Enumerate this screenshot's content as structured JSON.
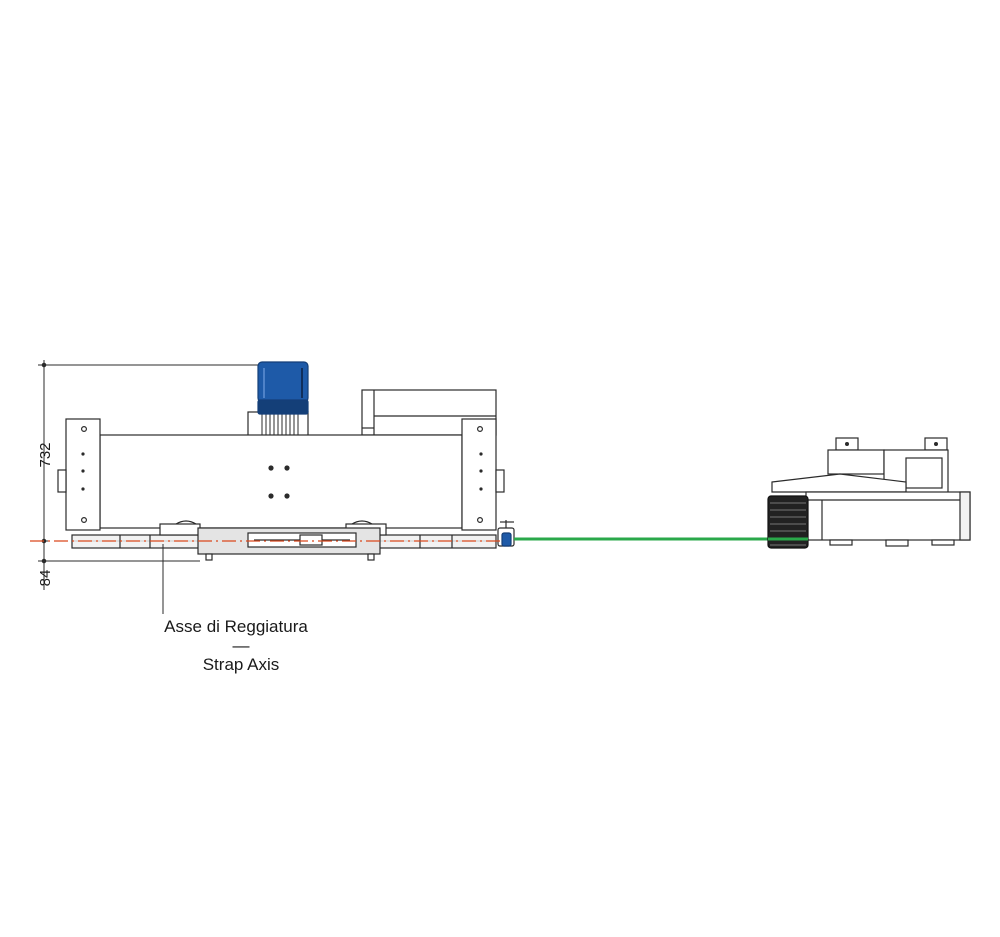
{
  "dimensions": {
    "height_above_axis": "732",
    "height_below_axis": "84"
  },
  "labels": {
    "axis_it": "Asse di Reggiatura",
    "separator": "—",
    "axis_en": "Strap Axis"
  },
  "colors": {
    "background": "#ffffff",
    "line": "#2b2b2b",
    "body_fill": "#ffffff",
    "panel_fill": "#f2f2f2",
    "motor_blue": "#1e5aa8",
    "motor_blue_dark": "#143f78",
    "strap_green": "#2aa84a",
    "axis_red": "#d9481c",
    "dark_coil": "#222222"
  },
  "icons": {
    "motor": "electric-motor-icon",
    "roller": "strap-roller-icon",
    "coil": "strap-coil-icon"
  }
}
